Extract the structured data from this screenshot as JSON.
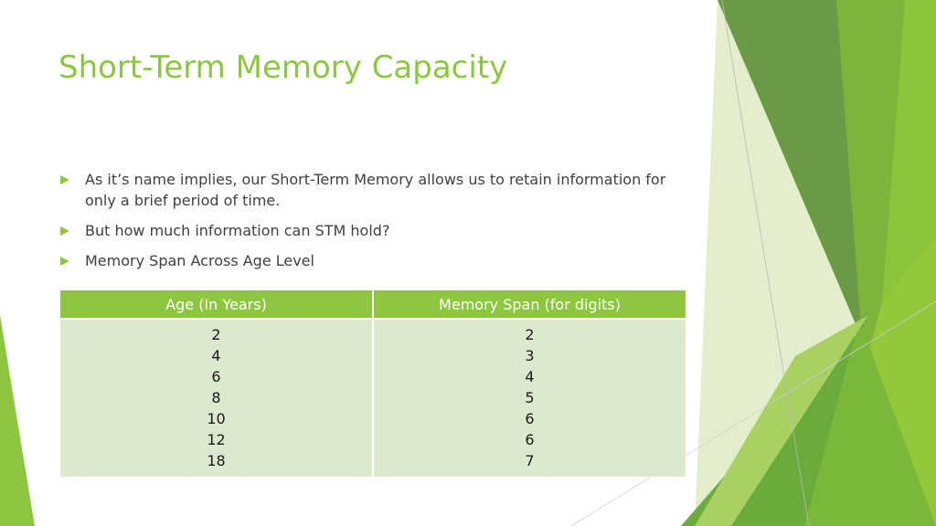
{
  "slide": {
    "title": "Short-Term Memory Capacity",
    "bullets": [
      "As it’s name implies, our Short-Term Memory allows us to retain information for only a brief period of time.",
      "But how much information can STM hold?",
      "Memory Span Across Age Level"
    ],
    "bullet_icon": "triangle-arrow-icon"
  },
  "table": {
    "headers": [
      "Age (In Years)",
      "Memory Span (for digits)"
    ],
    "ages": [
      "2",
      "4",
      "6",
      "8",
      "10",
      "12",
      "18"
    ],
    "spans": [
      "2",
      "3",
      "4",
      "5",
      "6",
      "6",
      "7"
    ]
  },
  "colors": {
    "accent": "#8dc63f",
    "table_body": "#dce9cf",
    "text": "#404040"
  }
}
